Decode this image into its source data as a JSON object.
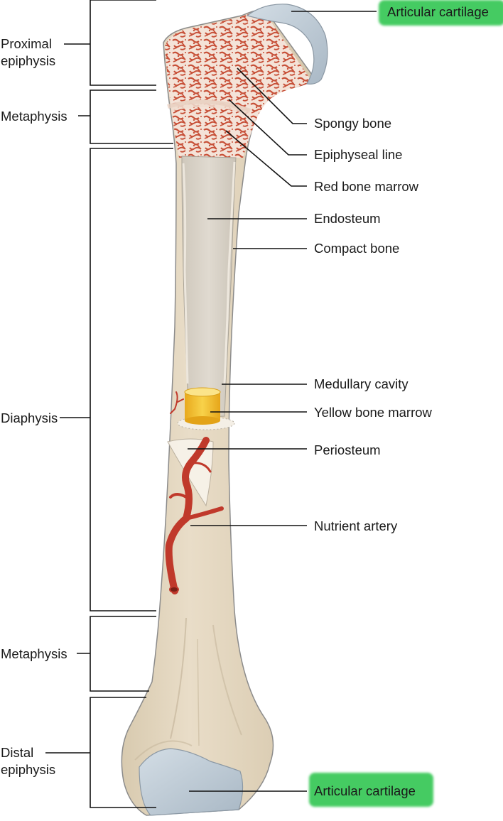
{
  "regions": {
    "proximal_epiphysis": "Proximal\nepiphysis",
    "metaphysis_upper": "Metaphysis",
    "diaphysis": "Diaphysis",
    "metaphysis_lower": "Metaphysis",
    "distal_epiphysis": "Distal\nepiphysis"
  },
  "structures": {
    "articular_cartilage_top": "Articular cartilage",
    "spongy_bone": "Spongy bone",
    "epiphyseal_line": "Epiphyseal line",
    "red_bone_marrow": "Red bone marrow",
    "endosteum": "Endosteum",
    "compact_bone": "Compact bone",
    "medullary_cavity": "Medullary cavity",
    "yellow_bone_marrow": "Yellow bone marrow",
    "periosteum": "Periosteum",
    "nutrient_artery": "Nutrient artery",
    "articular_cartilage_bottom": "Articular cartilage"
  },
  "colors": {
    "bone": "#e6dac4",
    "bone_shadow": "#cdbfa5",
    "cavity": "#d9d3c9",
    "cartilage": "#bcc8d2",
    "spongy_bg": "#f6e6dc",
    "spongy_marrow": "#c9553e",
    "artery": "#c0392b",
    "yellow_marrow": "#f2c12e",
    "highlight": "#3cc95a",
    "line": "#111111"
  }
}
